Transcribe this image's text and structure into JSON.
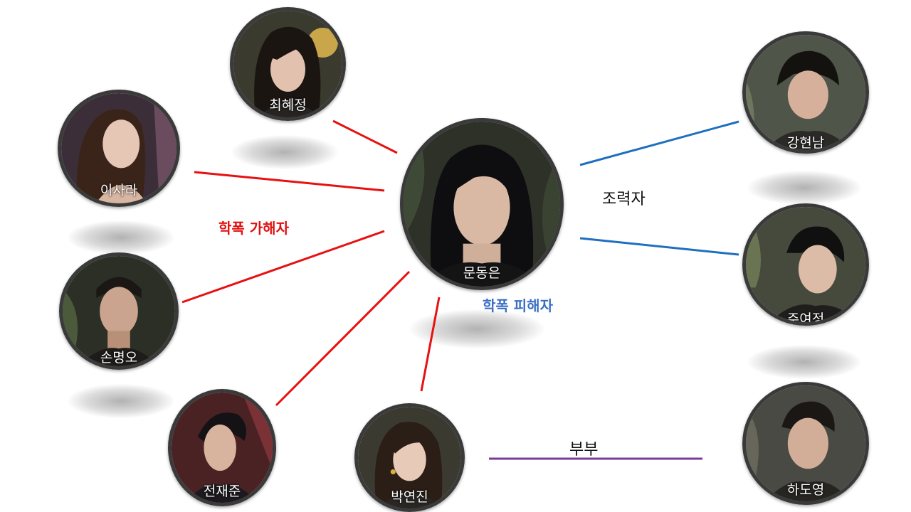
{
  "characters": {
    "center": "문동은",
    "choi": "최혜정",
    "lee": "이사라",
    "son": "손명오",
    "jeon": "전재준",
    "park": "박연진",
    "kang": "강현남",
    "joo": "주여정",
    "ha": "하도영"
  },
  "labels": {
    "bully": "학폭 가해자",
    "victim": "학폭 피해자",
    "helper": "조력자",
    "spouse": "부부"
  },
  "colors": {
    "bully_line": "#e81010",
    "helper_line": "#1f6fbf",
    "spouse_line": "#7a3a9a",
    "victim_text": "#3b6fc4",
    "node_border": "#3a3a3a"
  }
}
